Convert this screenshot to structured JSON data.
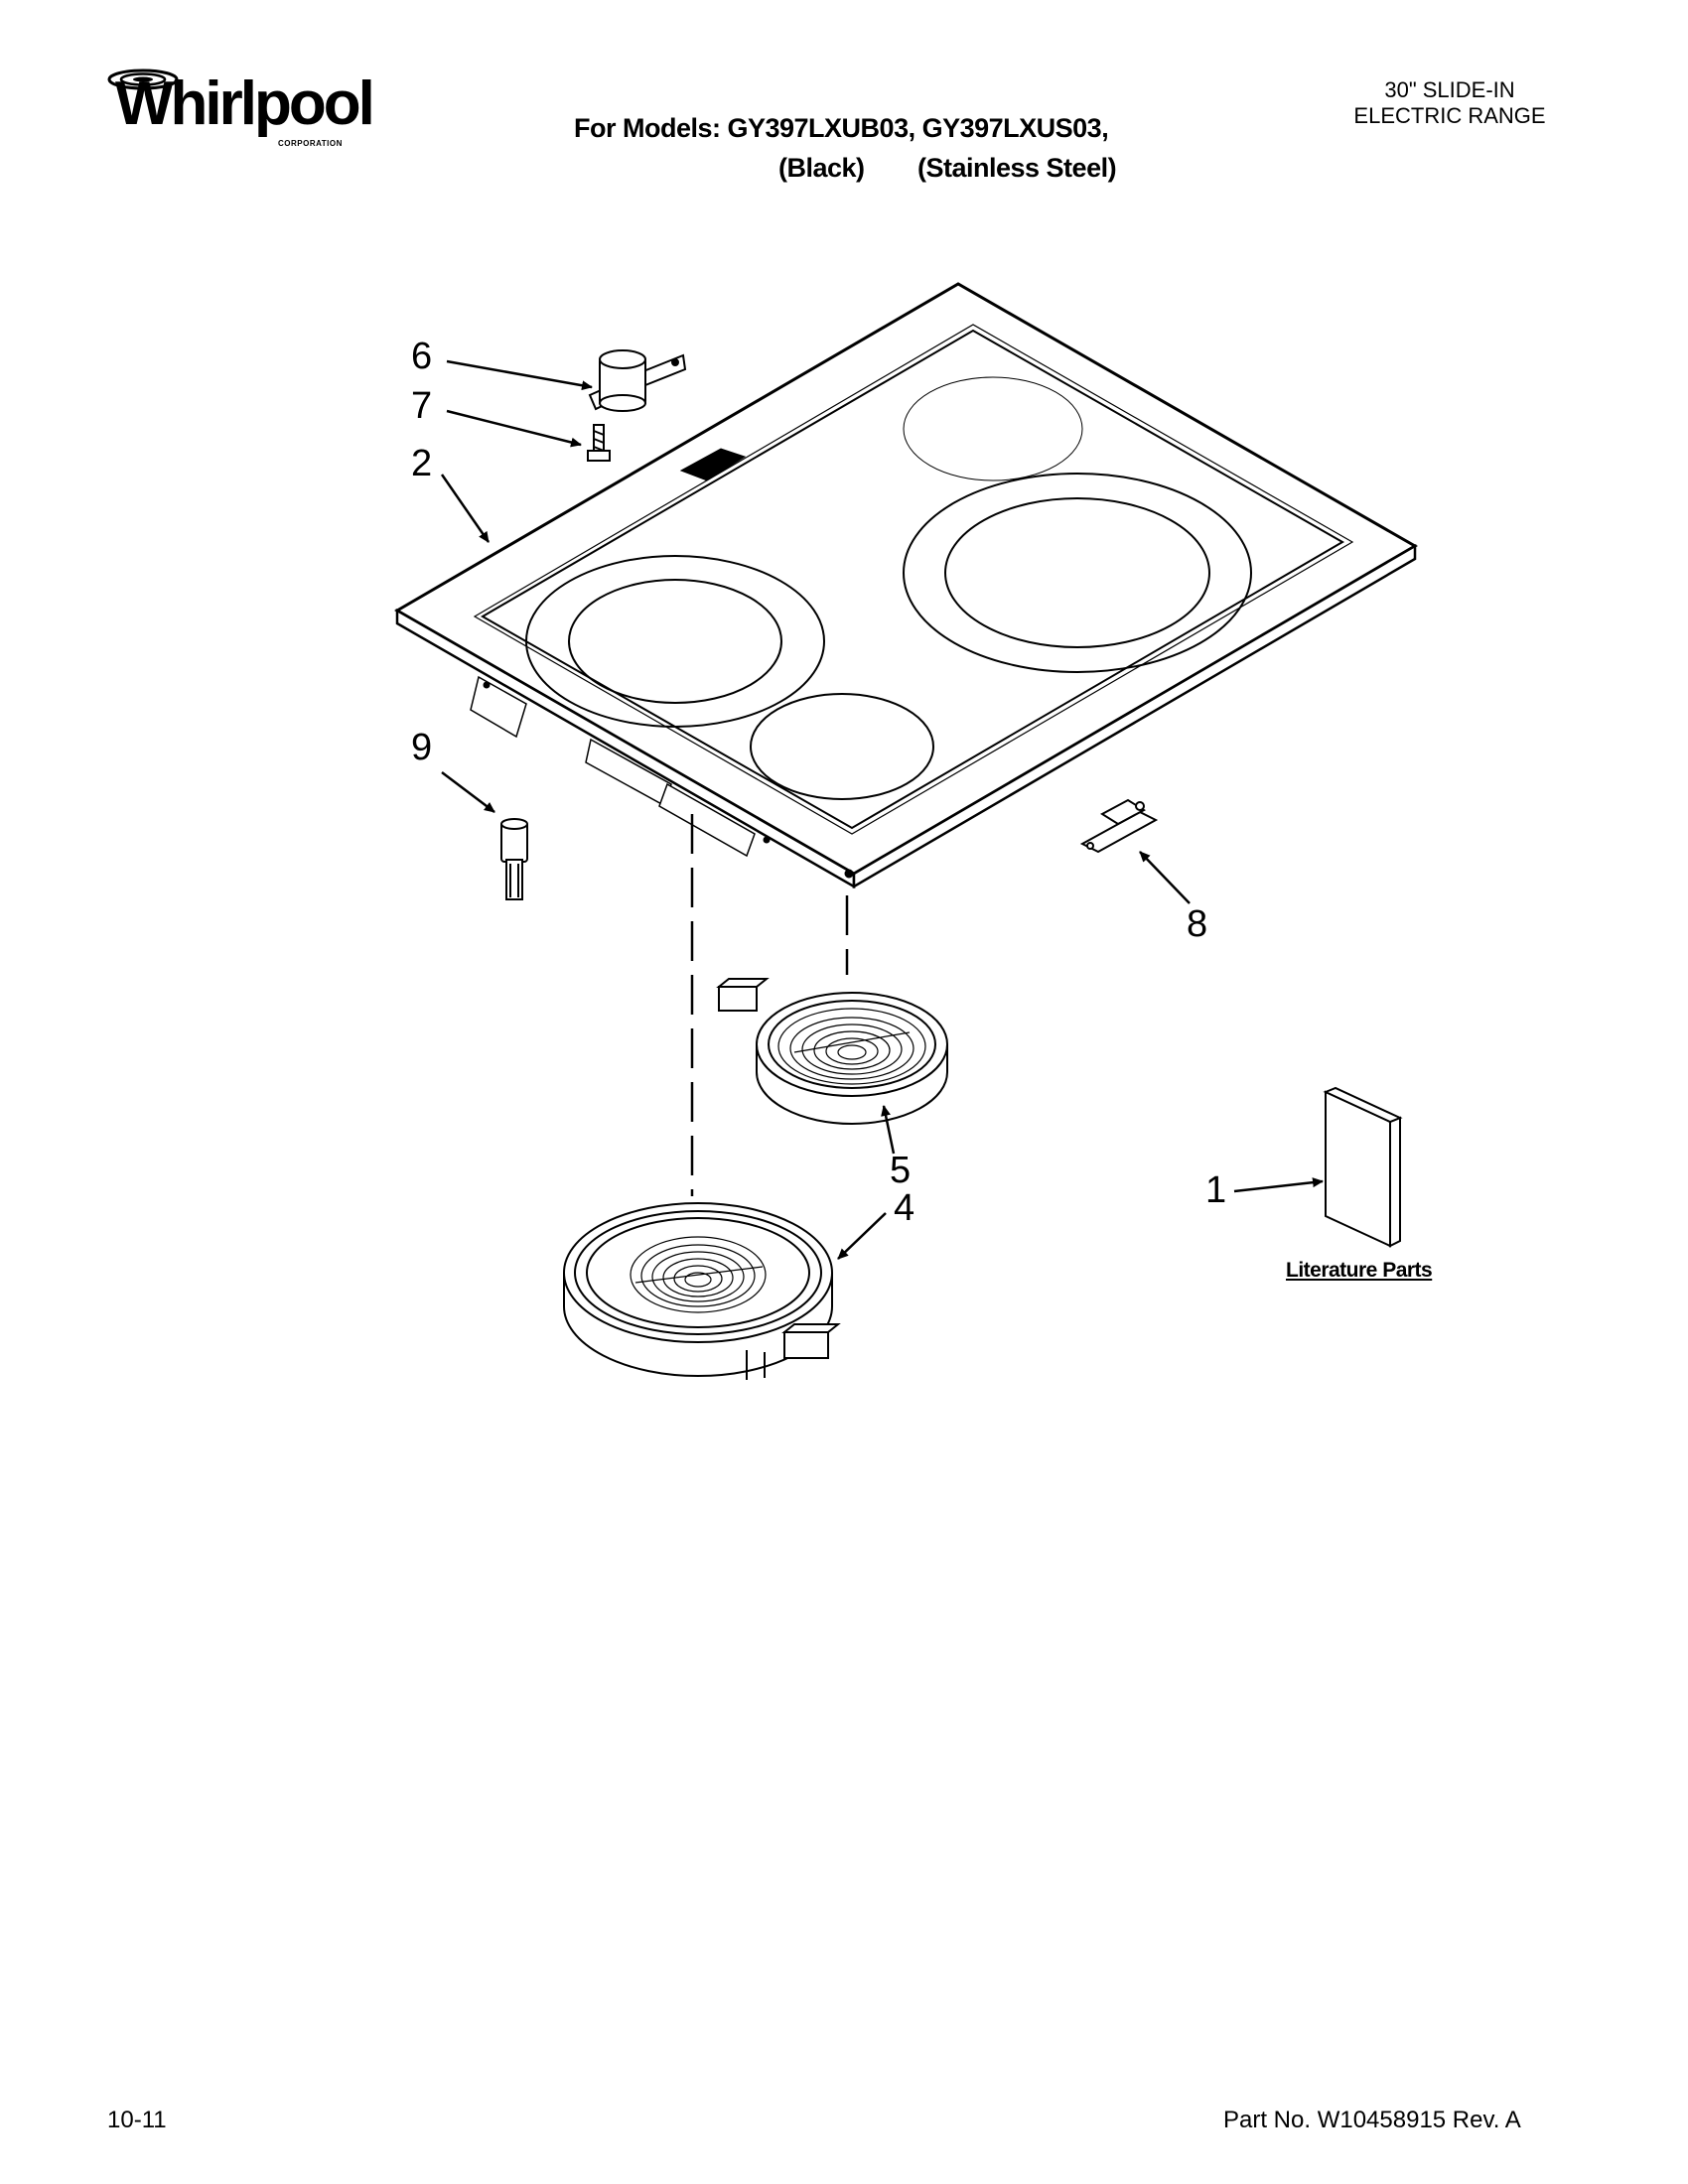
{
  "header": {
    "brand": "Whirlpool",
    "brand_sub": "CORPORATION",
    "models_line": "For Models: GY397LXUB03, GY397LXUS03,",
    "color_black": "(Black)",
    "color_stainless": "(Stainless Steel)",
    "range_line1": "30\" SLIDE-IN",
    "range_line2": "ELECTRIC RANGE"
  },
  "callouts": {
    "c1": "1",
    "c2": "2",
    "c4": "4",
    "c5": "5",
    "c6": "6",
    "c7": "7",
    "c8": "8",
    "c9": "9"
  },
  "literature_label": "Literature Parts",
  "footer": {
    "date_code": "10-11",
    "part_number": "Part No. W10458915 Rev. A"
  }
}
